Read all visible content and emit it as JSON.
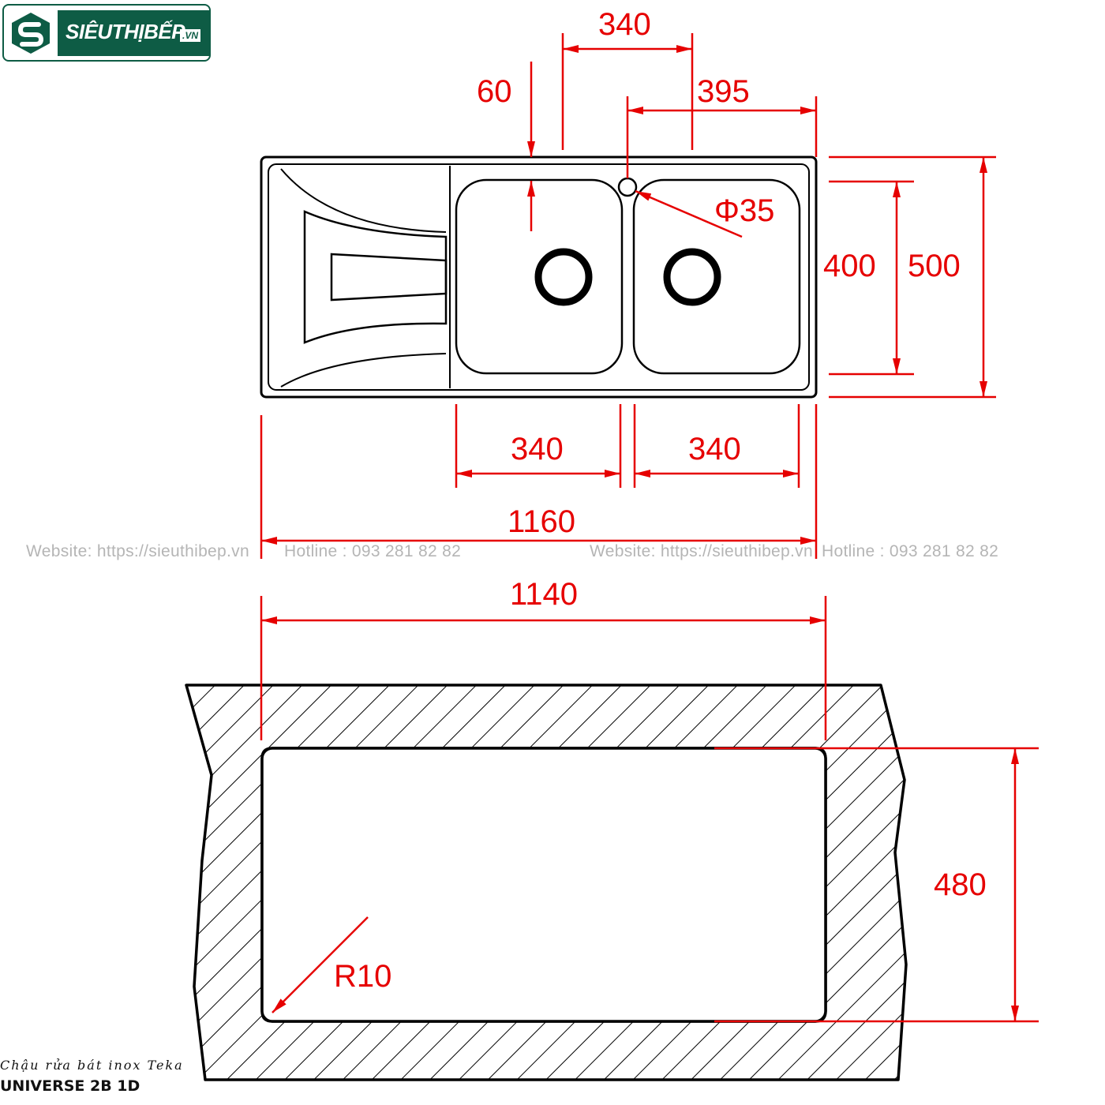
{
  "logo": {
    "brand": "SIÊUTHỊBẾP",
    "tld": ".VN"
  },
  "watermark": {
    "website": "Website: https://sieuthibep.vn",
    "hotline": "Hotline : 093 281 82 82",
    "website_right": "Website: https://sieuthibep.vn",
    "hotline_right": "Hotline : 093 281 82 82"
  },
  "top_view": {
    "dimensions": {
      "bowl_spacing": "340",
      "tap_offset_top": "60",
      "tap_offset_right": "395",
      "tap_hole": "Φ35",
      "inner_depth": "400",
      "outer_depth": "500",
      "bowl_left_width": "340",
      "bowl_right_width": "340",
      "overall_width": "1160"
    }
  },
  "cutout_view": {
    "dimensions": {
      "cutout_width": "1140",
      "cutout_depth": "480",
      "corner_radius": "R10"
    }
  },
  "caption": {
    "line1": "Chậu rửa bát inox Teka",
    "line2": "UNIVERSE 2B 1D"
  },
  "colors": {
    "dimension": "#e60000",
    "outline": "#000000",
    "brand": "#0e5c45"
  }
}
